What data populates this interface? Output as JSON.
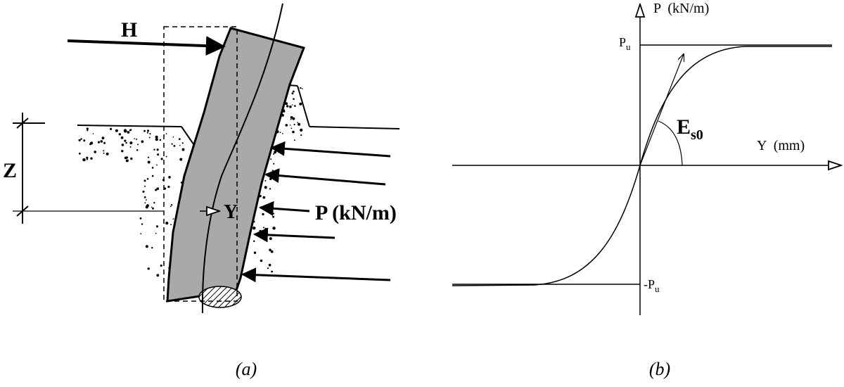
{
  "figure_a": {
    "force_label": "H",
    "depth_label": "Z",
    "deflection_label": "Y",
    "soil_reaction_label": "P (kN/m)",
    "caption": "(a)"
  },
  "figure_b": {
    "y_axis_label": "P  (kN/m)",
    "x_axis_label": "Y  (mm)",
    "pu_label_main": "P",
    "pu_label_sub": "u",
    "neg_pu_label_main": "-P",
    "neg_pu_label_sub": "u",
    "modulus_label_main": "E",
    "modulus_label_sub": "s0",
    "caption": "(b)"
  }
}
